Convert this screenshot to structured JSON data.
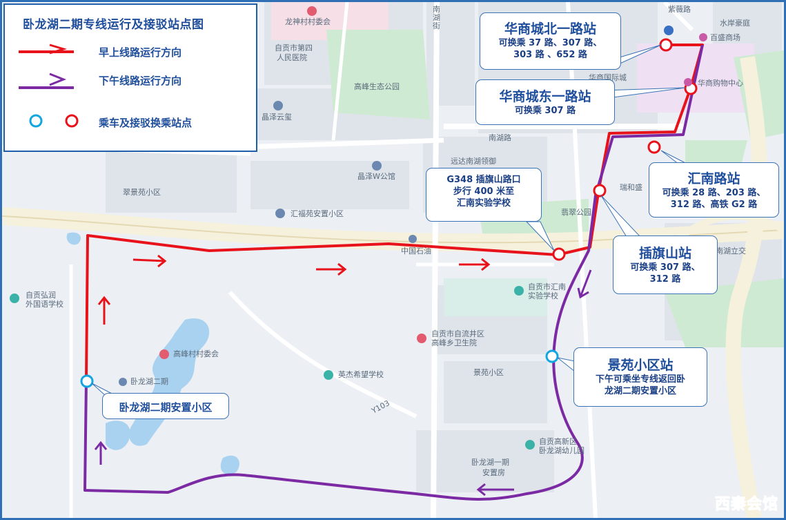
{
  "legend": {
    "title": "卧龙湖二期专线运行及接驳站点图",
    "morning": "早上线路运行方向",
    "afternoon": "下午线路运行方向",
    "stations": "乘车及接驳换乘站点"
  },
  "colors": {
    "morning_route": "#e8121b",
    "afternoon_route": "#7b2aa3",
    "station_blue": "#12a6e0",
    "station_red": "#e8121b",
    "callout_text": "#1f4e9c",
    "border": "#2f6fb5"
  },
  "callouts": {
    "huashang_north": {
      "title": "华商城北一路站",
      "line1": "可换乘 37 路、307 路、",
      "line2": "303 路 、652 路"
    },
    "huashang_east": {
      "title": "华商城东一路站",
      "line1": "可换乘 307 路"
    },
    "g348": {
      "line1": "G348 插旗山路口",
      "line2": "步行 400 米至",
      "line3": "汇南实验学校"
    },
    "huinan": {
      "title": "汇南路站",
      "line1": "可换乘 28 路、203 路、",
      "line2": "312 路、高铁 G2 路"
    },
    "chaqishan": {
      "title": "插旗山站",
      "line1": "可换乘 307 路、",
      "line2": "312 路"
    },
    "jingyuan": {
      "title": "景苑小区站",
      "line1": "下午可乘坐专线返回卧",
      "line2": "龙湖二期安置小区"
    },
    "wolonghu": {
      "title": "卧龙湖二期安置小区"
    }
  },
  "map_labels": {
    "longshen": "龙神村村委会",
    "hospital4a": "自贡市第四",
    "hospital4b": "人民医院",
    "gaofeng_park": "高峰生态公园",
    "jingze_yunzhu": "晶泽云玺",
    "nanhu_road": "南湖路",
    "jingze_w": "晶泽W公馆",
    "cuijingyuan": "翠景苑小区",
    "huifu": "汇福苑安置小区",
    "feicui_park": "翡翠公园",
    "zhongguo_shiyou": "中国石油",
    "ruihe": "瑞和盛",
    "yuanda": "远达南湖领御",
    "nanhu_jie_a": "南",
    "nanhu_jie_b": "湖",
    "nanhu_jie_c": "街",
    "ziyang_road": "紫薇路",
    "shuian": "水岸豪庭",
    "baisheng": "百盛商场",
    "huashang_guoji": "华商国际城",
    "huashang_mall": "华商购物中心",
    "huinan_school_a": "自贡市汇南",
    "huinan_school_b": "实验学校",
    "hongrun_a": "自贡弘润",
    "hongrun_b": "外国语学校",
    "ziliu_a": "自贡市自流井区",
    "ziliu_b": "高峰乡卫生院",
    "gaofeng_village": "高峰村村委会",
    "yingjie": "英杰希望学校",
    "jingyuan_area": "景苑小区",
    "wolong_er": "卧龙湖二期",
    "y103": "Y103",
    "gaoxin_a": "自贡高新区",
    "gaoxin_b": "卧龙湖幼儿园",
    "wolong_yi_a": "卧龙湖一期",
    "wolong_yi_b": "安置房",
    "lijiao": "南湖立交"
  },
  "watermark": "西秦会馆"
}
